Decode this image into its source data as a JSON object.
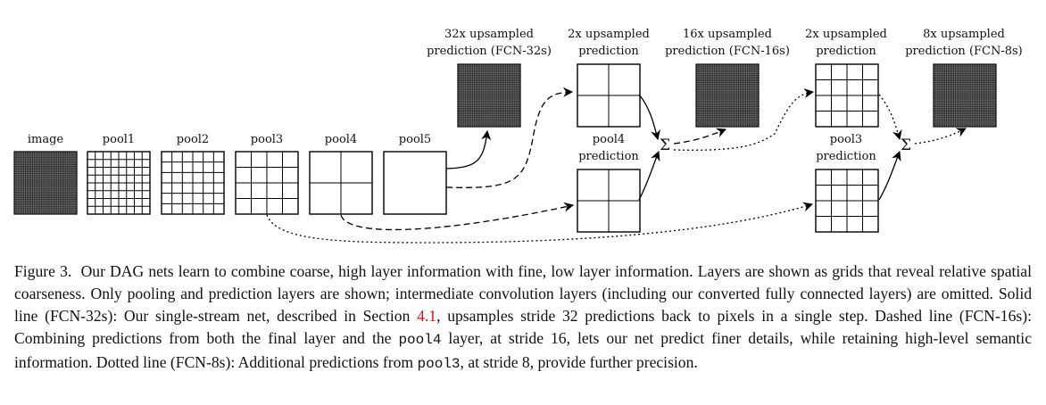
{
  "figure": {
    "layers": [
      {
        "id": "image",
        "label": "image",
        "cells": 0
      },
      {
        "id": "pool1",
        "label": "pool1",
        "cells": 8
      },
      {
        "id": "pool2",
        "label": "pool2",
        "cells": 6
      },
      {
        "id": "pool3",
        "label": "pool3",
        "cells": 4
      },
      {
        "id": "pool4",
        "label": "pool4",
        "cells": 2
      },
      {
        "id": "pool5",
        "label": "pool5",
        "cells": 1
      }
    ],
    "fcn32": {
      "label_line1": "32x upsampled",
      "label_line2": "prediction (FCN-32s)"
    },
    "up2_pool5": {
      "label_line1": "2x upsampled",
      "label_line2": "prediction"
    },
    "pool4_pred": {
      "label_line1": "pool4",
      "label_line2": "prediction"
    },
    "fcn16": {
      "label_line1": "16x upsampled",
      "label_line2": "prediction (FCN-16s)"
    },
    "up2_16": {
      "label_line1": "2x upsampled",
      "label_line2": "prediction"
    },
    "pool3_pred": {
      "label_line1": "pool3",
      "label_line2": "prediction"
    },
    "fcn8": {
      "label_line1": "8x upsampled",
      "label_line2": "prediction (FCN-8s)"
    },
    "sum_symbol": "Σ"
  },
  "caption": {
    "figure_label": "Figure 3.",
    "text_part1": "Our DAG nets learn to combine coarse, high layer information with fine, low layer information. Layers are shown as grids that reveal relative spatial coarseness. Only pooling and prediction layers are shown; intermediate convolution layers (including our converted fully connected layers) are omitted. Solid line (FCN-32s): Our single-stream net, described in Section ",
    "section_ref": "4.1",
    "text_part2": ", upsamples stride 32 predictions back to pixels in a single step. Dashed line (FCN-16s): Combining predictions from both the final layer and the ",
    "code_pool4": "pool4",
    "text_part3": " layer, at stride 16, lets our net predict finer details, while retaining high-level semantic information. Dotted line (FCN-8s): Additional predictions from ",
    "code_pool3": "pool3",
    "text_part4": ", at stride 8, provide further precision."
  }
}
